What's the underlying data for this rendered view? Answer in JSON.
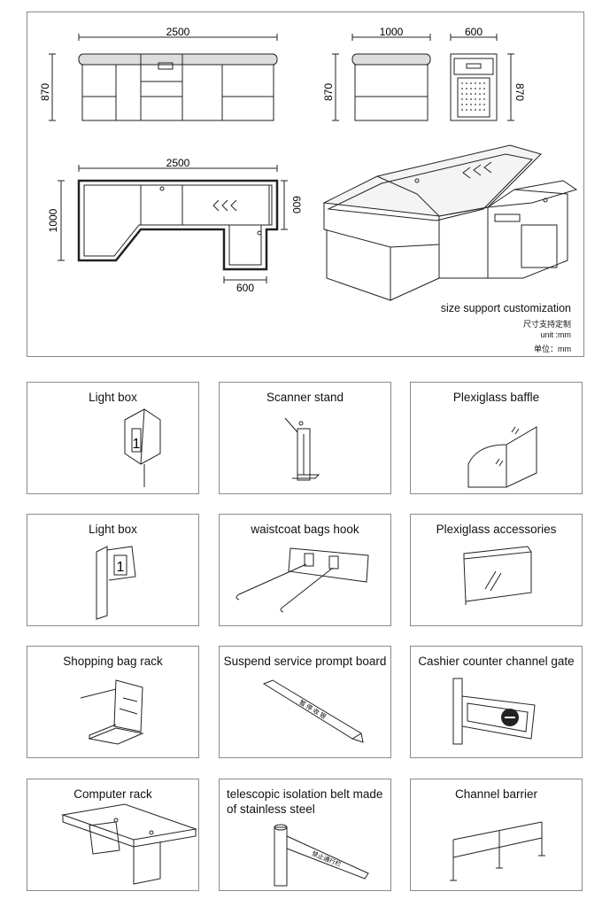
{
  "drawing": {
    "front": {
      "width": "2500",
      "height": "870"
    },
    "side": {
      "width": "1000",
      "height": "870",
      "depth": "600"
    },
    "plan": {
      "width": "2500",
      "height": "1000",
      "inner": "600",
      "bottom": "600"
    },
    "notes": {
      "customization": "size support customization",
      "customization_cn": "尺寸支持定制",
      "unit": "unit :mm",
      "unit_cn": "单位：mm"
    }
  },
  "accessories": [
    {
      "title": "Light box",
      "sign_number": "1"
    },
    {
      "title": "Scanner stand"
    },
    {
      "title": "Plexiglass baffle"
    },
    {
      "title": "Light box",
      "sign_number": "1"
    },
    {
      "title": "waistcoat bags hook"
    },
    {
      "title": "Plexiglass accessories"
    },
    {
      "title": "Shopping bag rack"
    },
    {
      "title": "Suspend service prompt board",
      "board_text": "暂 停 收 银"
    },
    {
      "title": "Cashier counter channel gate"
    },
    {
      "title": "Computer rack"
    },
    {
      "title": "telescopic isolation belt made of stainless steel",
      "belt_text": "禁止通行栏"
    },
    {
      "title": "Channel barrier"
    }
  ]
}
